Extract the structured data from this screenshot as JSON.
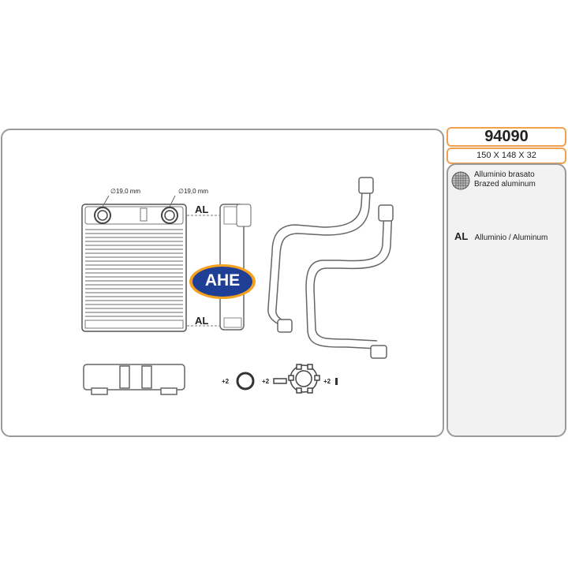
{
  "product": {
    "code": "94090",
    "dimensions": "150 X 148 X 32"
  },
  "materials": {
    "brazed_line1": "Alluminio brasato",
    "brazed_line2": "Brazed aluminum",
    "al_symbol": "AL",
    "al_text": "Alluminio  / Aluminum"
  },
  "drawing": {
    "pipe_diameter_left": "∅19,0 mm",
    "pipe_diameter_right": "∅19,0 mm",
    "tank_top_material": "AL",
    "tank_bottom_material": "AL",
    "logo_text": "AHE",
    "oring_qty": "+2",
    "clip_qty": "+2",
    "screw_qty": "+2"
  },
  "colors": {
    "frame_border": "#9a9a9a",
    "highlight_border": "#f0a050",
    "logo_fill": "#1f3f96",
    "logo_outline": "#f3a11f"
  }
}
